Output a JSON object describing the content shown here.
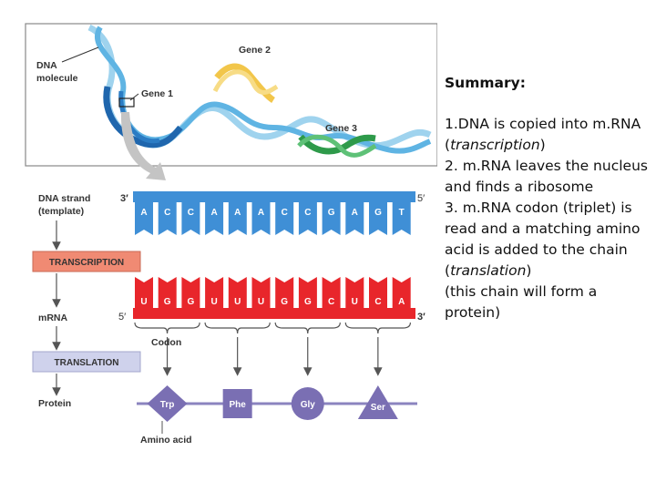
{
  "diagram": {
    "dna_molecule_label": [
      "DNA",
      "molecule"
    ],
    "gene1_label": "Gene 1",
    "gene2_label": "Gene 2",
    "gene3_label": "Gene 3",
    "dna_strand_label": [
      "DNA strand",
      "(template)"
    ],
    "dna_three_prime": "3′",
    "dna_five_prime": "5′",
    "dna_bases": [
      "A",
      "C",
      "C",
      "A",
      "A",
      "A",
      "C",
      "C",
      "G",
      "A",
      "G",
      "T"
    ],
    "transcription_label": "TRANSCRIPTION",
    "mrna_label": "mRNA",
    "mrna_five_prime": "5′",
    "mrna_three_prime": "3′",
    "mrna_bases": [
      "U",
      "G",
      "G",
      "U",
      "U",
      "U",
      "G",
      "G",
      "C",
      "U",
      "C",
      "A"
    ],
    "codon_label": "Codon",
    "translation_label": "TRANSLATION",
    "protein_label": "Protein",
    "amino_acids": [
      "Trp",
      "Phe",
      "Gly",
      "Ser"
    ],
    "amino_acid_label": "Amino acid",
    "colors": {
      "dna_blue": "#3f8fd6",
      "mrna_red": "#e8262b",
      "transcription_box": "#f08a73",
      "translation_box": "#cfd2ec",
      "amino_purple": "#7a6fb3",
      "gene2_yellow": "#f2c64a",
      "gene3_green": "#2e9a4a"
    }
  },
  "summary": {
    "title": "Summary:",
    "point1_a": "1.DNA is copied into m.RNA (",
    "point1_em": "transcription",
    "point1_b": ")",
    "point2": "2. m.RNA leaves the nucleus and finds a ribosome",
    "point3_a": "3. m.RNA codon (triplet) is read and a matching amino acid is added to the chain (",
    "point3_em": "translation",
    "point3_b": ")",
    "point4": "(this chain will form a protein)"
  }
}
